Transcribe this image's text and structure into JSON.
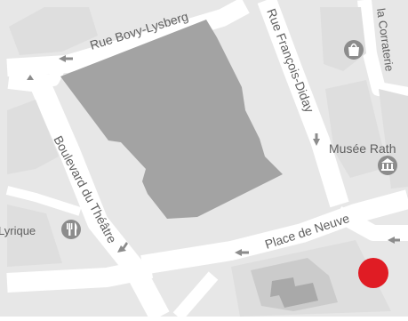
{
  "map": {
    "colors": {
      "land": "#e7e7e7",
      "road": "#ffffff",
      "building_large": "#a3a3a3",
      "building_small": "#bdbdbd",
      "building_light": "#dedede",
      "label": "#5f5f5f",
      "poi_icon": "#8c8c8c",
      "marker": "#e01c24"
    },
    "streets": {
      "rue_bovy_lysberg": "Rue Bovy-Lysberg",
      "rue_francois_diday": "Rue François-Diday",
      "boulevard_du_theatre": "Boulevard du Théâtre",
      "place_de_neuve": "Place de Neuve",
      "la_corraterie": "la Corraterie"
    },
    "pois": {
      "musee": "Musée Rath",
      "lyrique": "Lyrique"
    },
    "icons": {
      "shop": "shopping-bag-icon",
      "museum": "museum-icon",
      "restaurant": "restaurant-icon",
      "arrow": "one-way-arrow-icon"
    }
  }
}
